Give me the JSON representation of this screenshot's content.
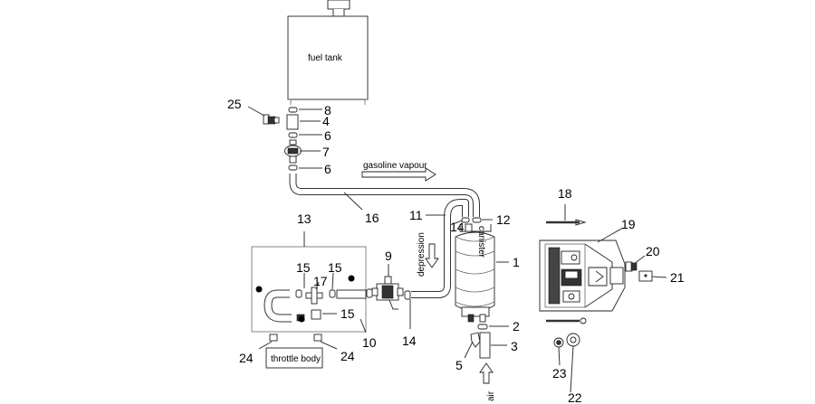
{
  "labels": {
    "fuel_tank": "fuel tank",
    "gasoline_vapour": "gasoline vapour",
    "depression": "depression",
    "canister": "canister",
    "air": "air",
    "throttle_body": "throttle body"
  },
  "callouts": {
    "n1": "1",
    "n2": "2",
    "n3": "3",
    "n4": "4",
    "n5": "5",
    "n6a": "6",
    "n6b": "6",
    "n7": "7",
    "n8": "8",
    "n9": "9",
    "n10": "10",
    "n11": "11",
    "n12": "12",
    "n13": "13",
    "n14a": "14",
    "n14b": "14",
    "n15a": "15",
    "n15b": "15",
    "n15c": "15",
    "n16": "16",
    "n17": "17",
    "n18": "18",
    "n19": "19",
    "n20": "20",
    "n21": "21",
    "n22": "22",
    "n23": "23",
    "n24a": "24",
    "n24b": "24",
    "n25": "25"
  }
}
